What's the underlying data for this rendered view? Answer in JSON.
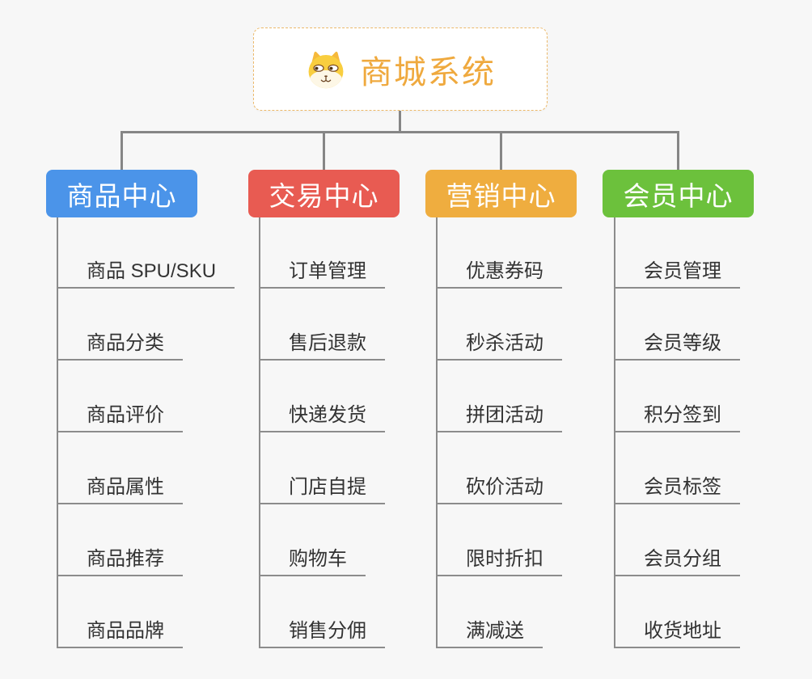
{
  "root": {
    "title": "商城系统",
    "icon": "dog-icon"
  },
  "branches": [
    {
      "id": "product-center",
      "label": "商品中心",
      "color": "#4B94E9",
      "children": [
        "商品 SPU/SKU",
        "商品分类",
        "商品评价",
        "商品属性",
        "商品推荐",
        "商品品牌"
      ]
    },
    {
      "id": "trade-center",
      "label": "交易中心",
      "color": "#E85B52",
      "children": [
        "订单管理",
        "售后退款",
        "快递发货",
        "门店自提",
        "购物车",
        "销售分佣"
      ]
    },
    {
      "id": "marketing-center",
      "label": "营销中心",
      "color": "#EFAD3F",
      "children": [
        "优惠券码",
        "秒杀活动",
        "拼团活动",
        "砍价活动",
        "限时折扣",
        "满减送"
      ]
    },
    {
      "id": "member-center",
      "label": "会员中心",
      "color": "#6CC13C",
      "children": [
        "会员管理",
        "会员等级",
        "积分签到",
        "会员标签",
        "会员分组",
        "收货地址"
      ]
    }
  ],
  "colors": {
    "background": "#F7F7F7",
    "connector": "#868686",
    "underline": "#8C8C8C",
    "child_text": "#333333",
    "root_accent": "#EFA93E",
    "root_border": "#ECB96A"
  }
}
